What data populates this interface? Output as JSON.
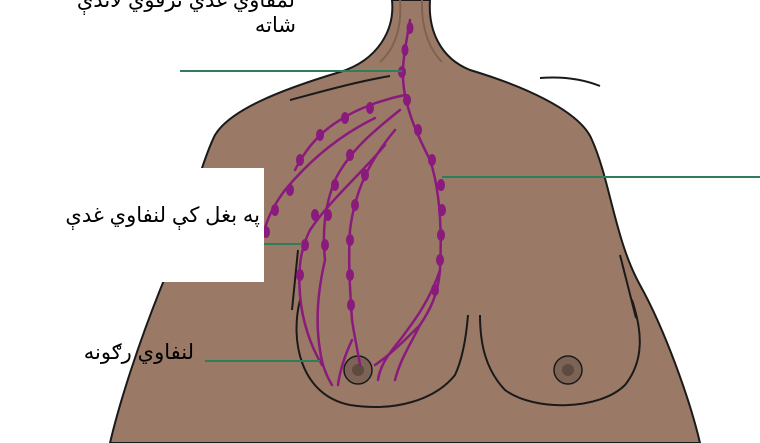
{
  "labels": {
    "top_line1": "لمفاوي غدي ترقوي لاندې",
    "top_line2": "شاته",
    "axillary": "په بغل کې لنفاوي غدې",
    "vessels": "لنفاوي رګونه"
  },
  "colors": {
    "skin": "#9a7a67",
    "skin_shadow": "#7f6250",
    "outline": "#1a1a1a",
    "lymph": "#8a1a7c",
    "pointer": "#2e7d5b",
    "areola": "#7c6356",
    "nipple": "#5f4a3e"
  }
}
